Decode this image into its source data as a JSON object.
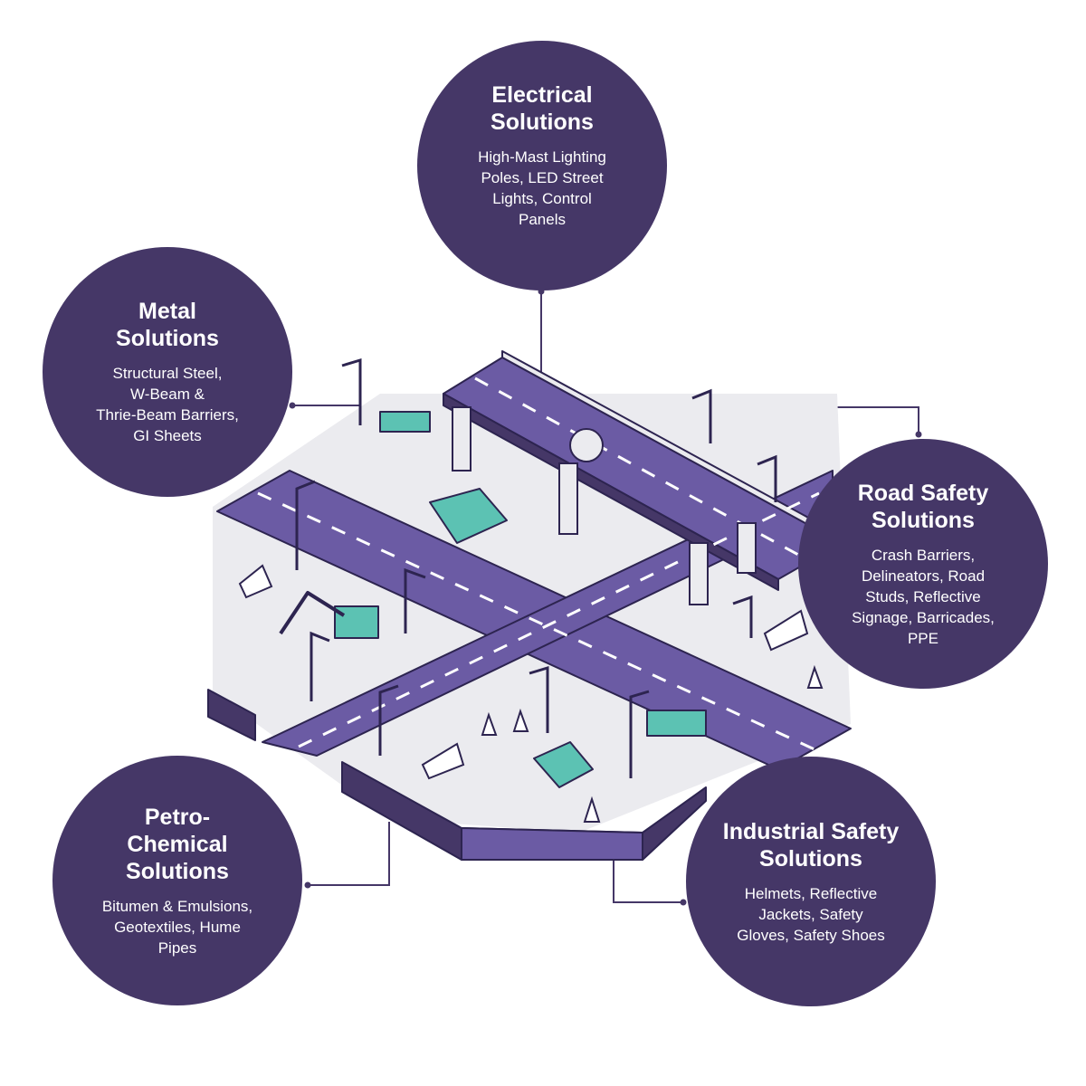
{
  "theme": {
    "bubble_color": "#453767",
    "road_color": "#6b5ba4",
    "outline_color": "#2d2450",
    "equipment_color": "#5cc2b3",
    "ground_color": "#ebebef"
  },
  "solutions": [
    {
      "id": "electrical",
      "title_lines": [
        "Electrical",
        "Solutions"
      ],
      "desc_lines": [
        "High-Mast Lighting",
        "Poles, LED Street",
        "Lights, Control",
        "Panels"
      ]
    },
    {
      "id": "metal",
      "title_lines": [
        "Metal",
        "Solutions"
      ],
      "desc_lines": [
        "Structural Steel,",
        "W-Beam &",
        "Thrie-Beam Barriers,",
        "GI Sheets"
      ]
    },
    {
      "id": "road",
      "title_lines": [
        "Road Safety",
        "Solutions"
      ],
      "desc_lines": [
        "Crash Barriers,",
        "Delineators, Road",
        "Studs, Reflective",
        "Signage, Barricades,",
        "PPE"
      ]
    },
    {
      "id": "petro",
      "title_lines": [
        "Petro-",
        "Chemical",
        "Solutions"
      ],
      "desc_lines": [
        "Bitumen & Emulsions,",
        "Geotextiles, Hume",
        "Pipes"
      ]
    },
    {
      "id": "industrial",
      "title_lines": [
        "Industrial Safety",
        "Solutions"
      ],
      "desc_lines": [
        "Helmets, Reflective",
        "Jackets, Safety",
        "Gloves, Safety Shoes"
      ]
    }
  ]
}
